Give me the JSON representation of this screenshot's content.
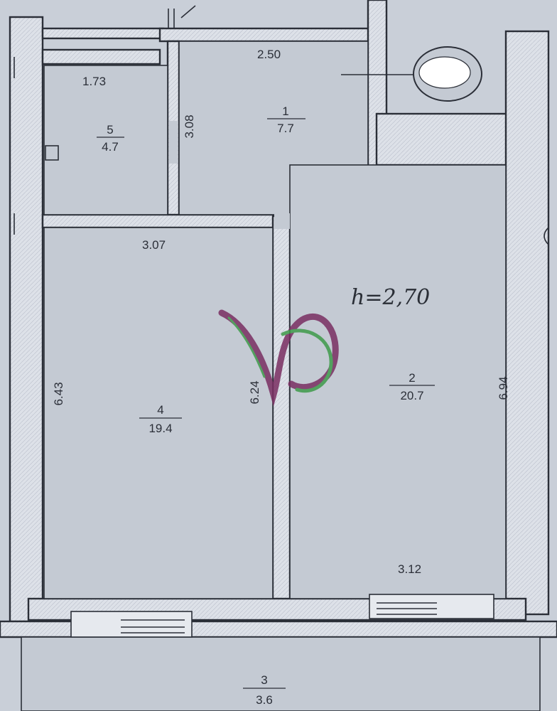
{
  "ceiling_height_note": "h=2,70",
  "rooms": [
    {
      "number": "1",
      "area": "7.7"
    },
    {
      "number": "2",
      "area": "20.7"
    },
    {
      "number": "3",
      "area": "3.6"
    },
    {
      "number": "4",
      "area": "19.4"
    },
    {
      "number": "5",
      "area": "4.7"
    }
  ],
  "dimensions": {
    "room5_width": "1.73",
    "room1_width": "2.50",
    "room1_depth": "3.08",
    "room4_width": "3.07",
    "room4_depth": "6.43",
    "partition_length": "6.24",
    "room2_depth": "6.94",
    "room2_width": "3.12"
  },
  "colors": {
    "paper": "#c9cfd8",
    "wall_fill": "#dfe3ea",
    "ink": "#2b2f38",
    "logo_purple": "#7a2e62",
    "logo_green": "#3f9a4a"
  },
  "logo": {
    "icon": "vc-swirl-logo-icon"
  }
}
